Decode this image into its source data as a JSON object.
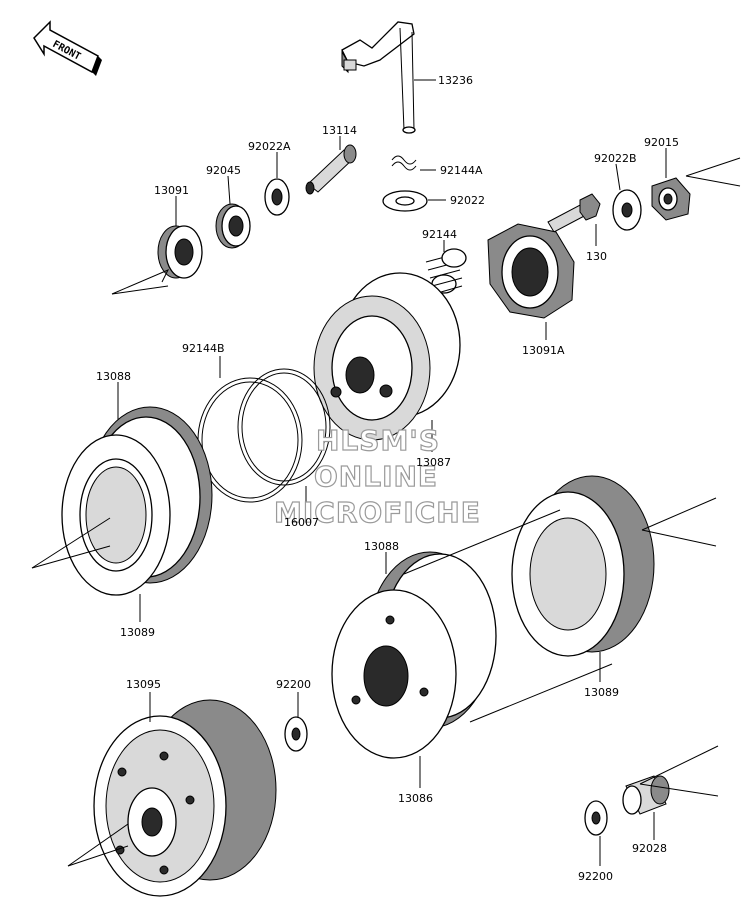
{
  "diagram": {
    "front_label": "FRONT",
    "watermark": [
      "HLSM'S",
      "ONLINE",
      "MICROFICHE"
    ],
    "parts": {
      "p13236": "13236",
      "p13114": "13114",
      "p92022A": "92022A",
      "p92045": "92045",
      "p13091": "13091",
      "p92144A": "92144A",
      "p92022": "92022",
      "p92022B": "92022B",
      "p92015": "92015",
      "p92144": "92144",
      "p130": "130",
      "p13091A": "13091A",
      "p92144B": "92144B",
      "p13088a": "13088",
      "p13087": "13087",
      "p16007": "16007",
      "p13089a": "13089",
      "p13088b": "13088",
      "p13089b": "13089",
      "p13095": "13095",
      "p92200a": "92200",
      "p13086": "13086",
      "p92028": "92028",
      "p92200b": "92200"
    }
  }
}
